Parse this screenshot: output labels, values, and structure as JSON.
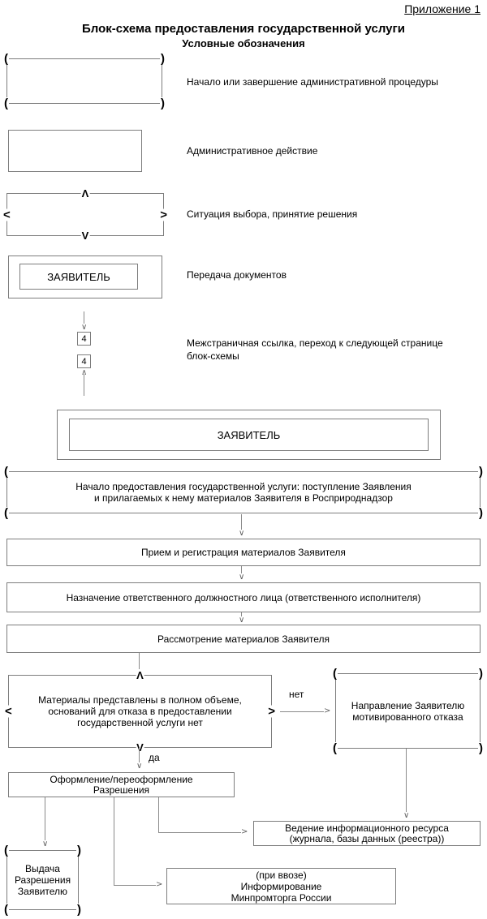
{
  "page": {
    "annex": "Приложение 1",
    "title": "Блок-схема предоставления государственной услуги",
    "subtitle": "Условные обозначения"
  },
  "glyphs": {
    "paren_open": "(",
    "paren_close": ")",
    "caret_up": "Λ",
    "caret_down": "V",
    "angle_left": "<",
    "angle_right": ">",
    "arrow_down": "∨",
    "arrow_up": "∧",
    "arrow_right": ">"
  },
  "legend": {
    "terminator_label": "Начало или завершение административной процедуры",
    "action_label": "Административное действие",
    "decision_label": "Ситуация выбора, принятие решения",
    "transfer_label": "Передача документов",
    "transfer_box_text": "ЗАЯВИТЕЛЬ",
    "pageref_label": "Межстраничная ссылка, переход к следующей странице блок-схемы",
    "pageref_number": "4"
  },
  "flow": {
    "applicant": "ЗАЯВИТЕЛЬ",
    "start": {
      "lines": [
        "Начало предоставления государственной услуги: поступление Заявления",
        "и прилагаемых к нему материалов Заявителя в Росприроднадзор"
      ]
    },
    "receive": "Прием и регистрация материалов Заявителя",
    "assign": "Назначение ответственного должностного лица (ответственного исполнителя)",
    "review": "Рассмотрение материалов Заявителя",
    "decision": {
      "lines": [
        "Материалы представлены в полном объеме,",
        "оснований для отказа в предоставлении",
        "государственной услуги нет"
      ]
    },
    "labels": {
      "no": "нет",
      "yes": "да"
    },
    "refusal": {
      "lines": [
        "Направление Заявителю",
        "мотивированного отказа"
      ]
    },
    "permit": {
      "lines": [
        "Оформление/переоформление",
        "Разрешения"
      ]
    },
    "registry": {
      "lines": [
        "Ведение информационного ресурса",
        "(журнала, базы данных (реестра))"
      ]
    },
    "issue": {
      "lines": [
        "Выдача",
        "Разрешения",
        "Заявителю"
      ]
    },
    "inform": {
      "lines": [
        "(при ввозе)",
        "Информирование",
        "Минпромторга России"
      ]
    }
  }
}
